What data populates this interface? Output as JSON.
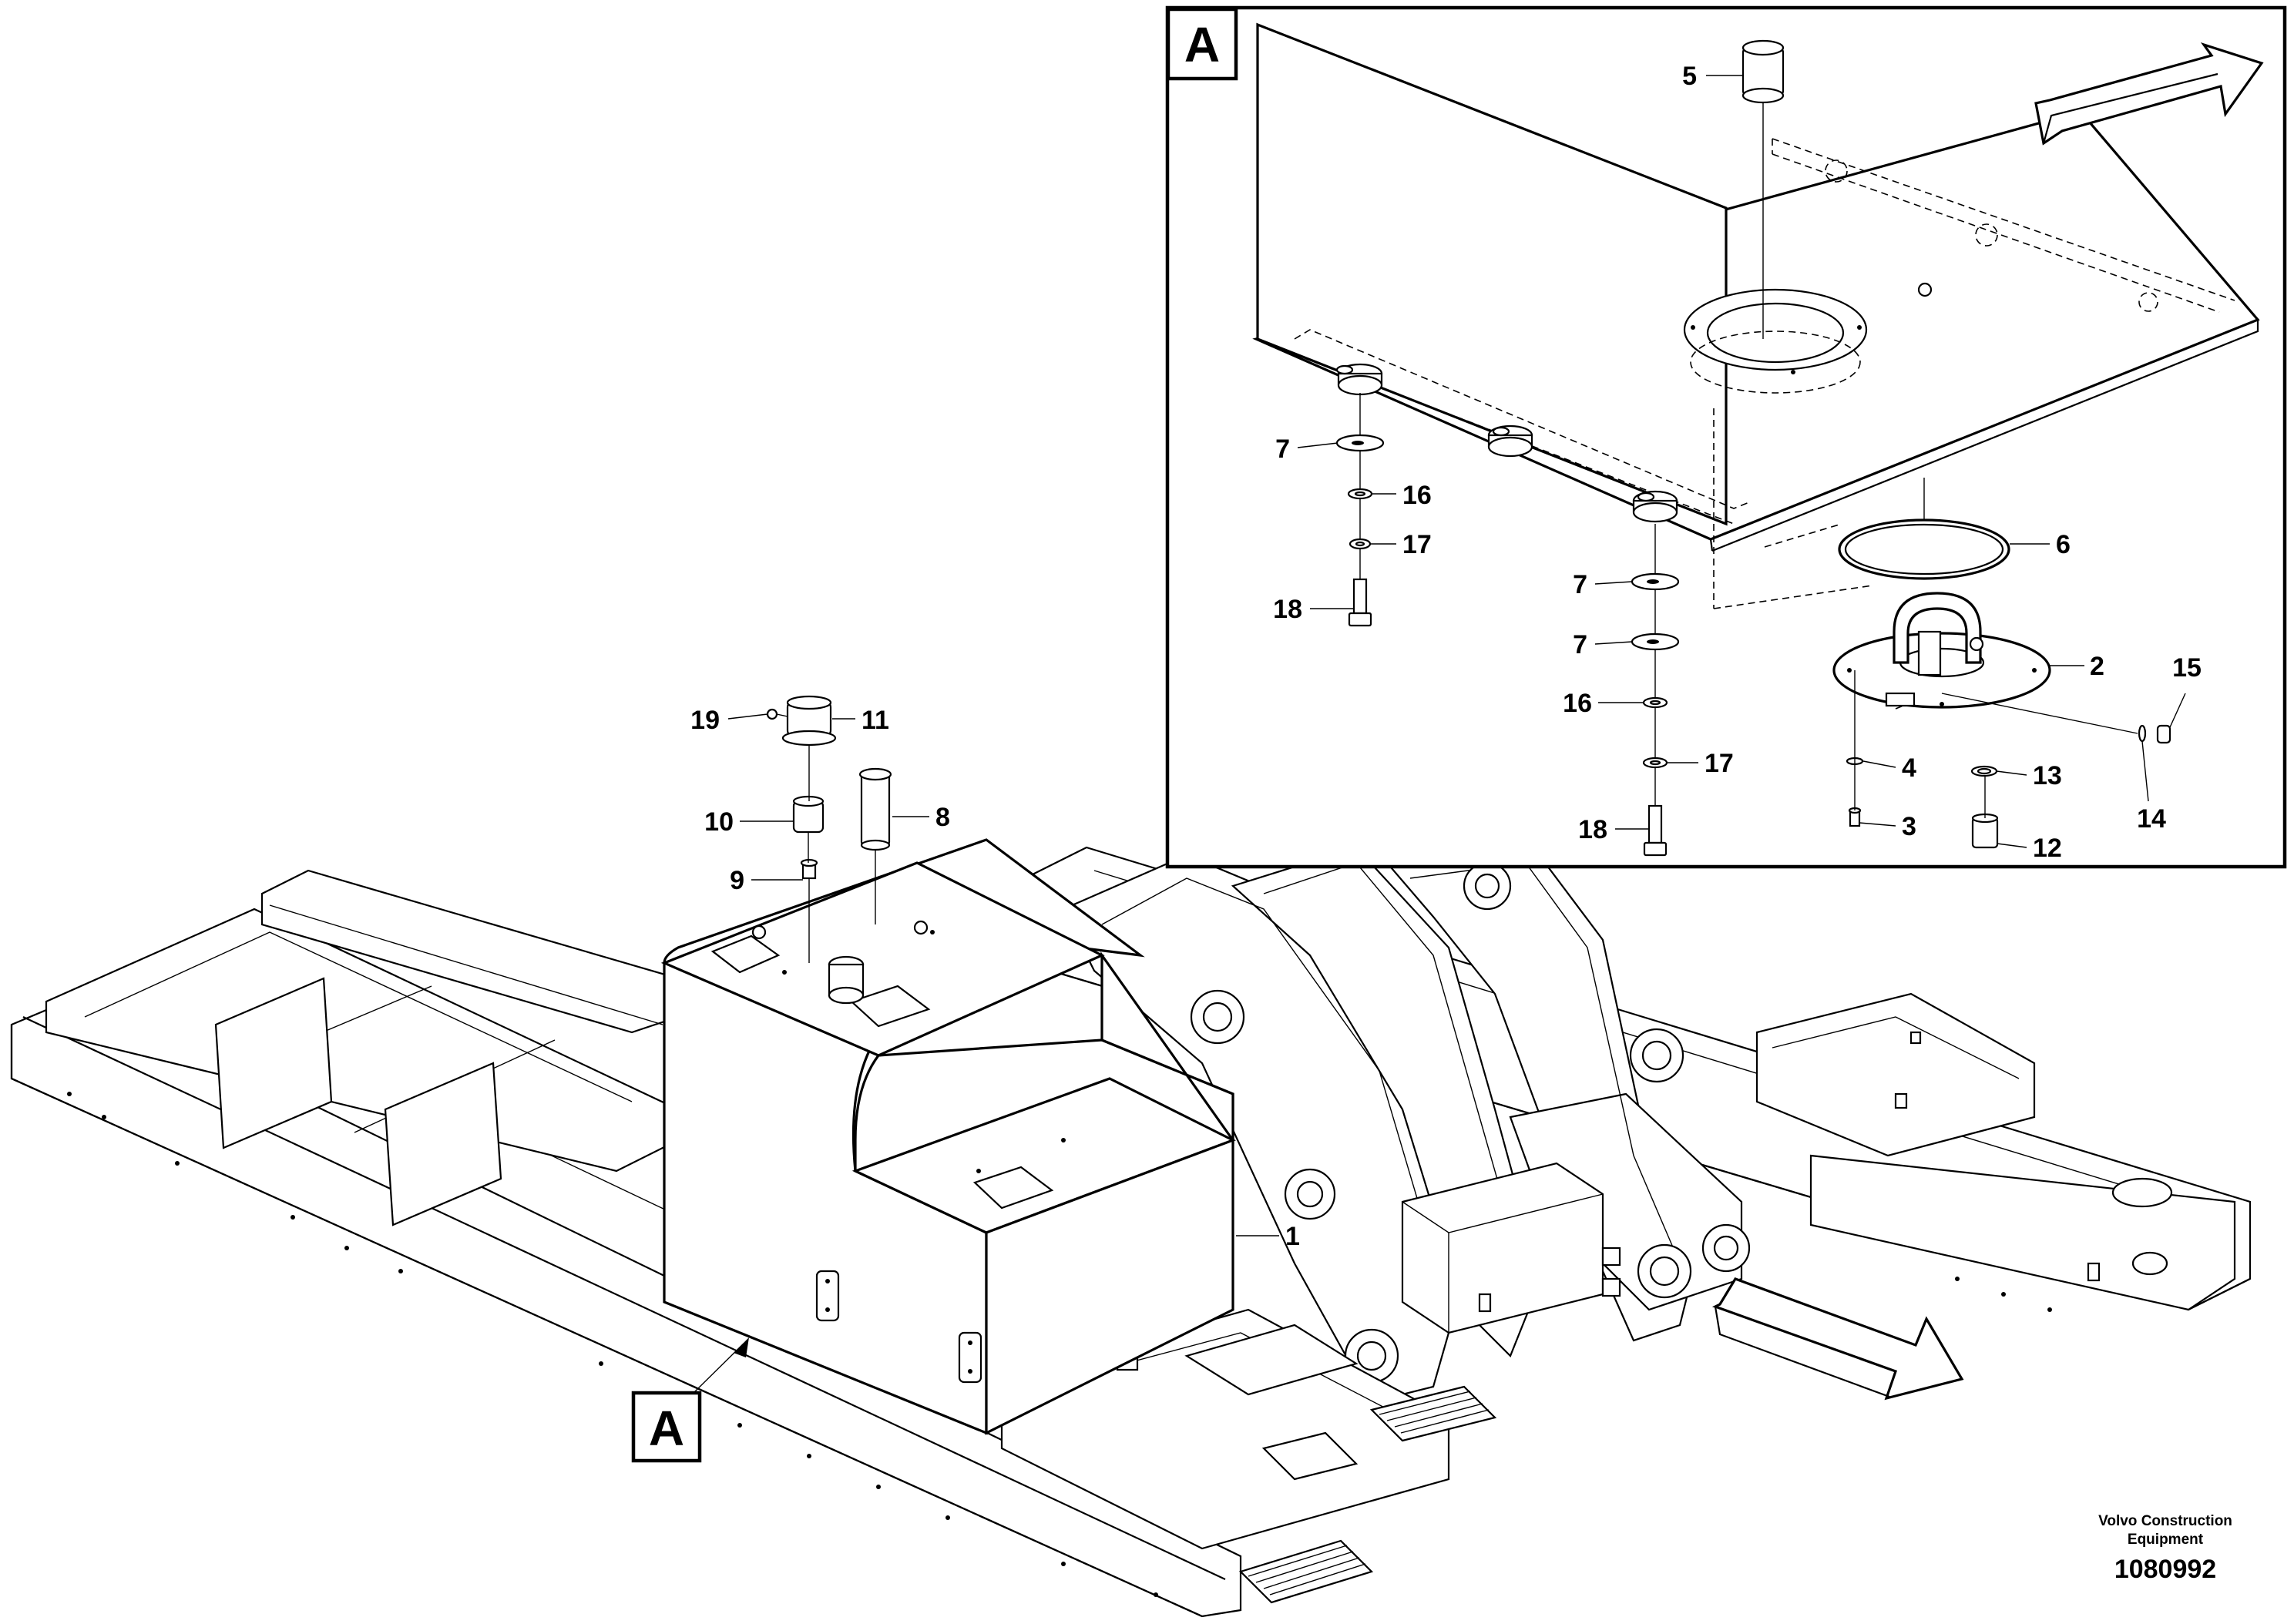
{
  "diagram": {
    "detail_label": "A",
    "main_view_label": "A",
    "callouts_detail": {
      "c5": "5",
      "c6": "6",
      "c2": "2",
      "c15": "15",
      "c14": "14",
      "c13": "13",
      "c12": "12",
      "c4": "4",
      "c3": "3",
      "c7a": "7",
      "c16a": "16",
      "c17a": "17",
      "c18a": "18",
      "c7b": "7",
      "c7c": "7",
      "c16b": "16",
      "c17b": "17",
      "c18b": "18"
    },
    "callouts_main": {
      "c19": "19",
      "c11": "11",
      "c10": "10",
      "c8": "8",
      "c9": "9",
      "c1": "1"
    },
    "footer": {
      "brand_line1": "Volvo Construction",
      "brand_line2": "Equipment",
      "doc_number": "1080992"
    }
  }
}
